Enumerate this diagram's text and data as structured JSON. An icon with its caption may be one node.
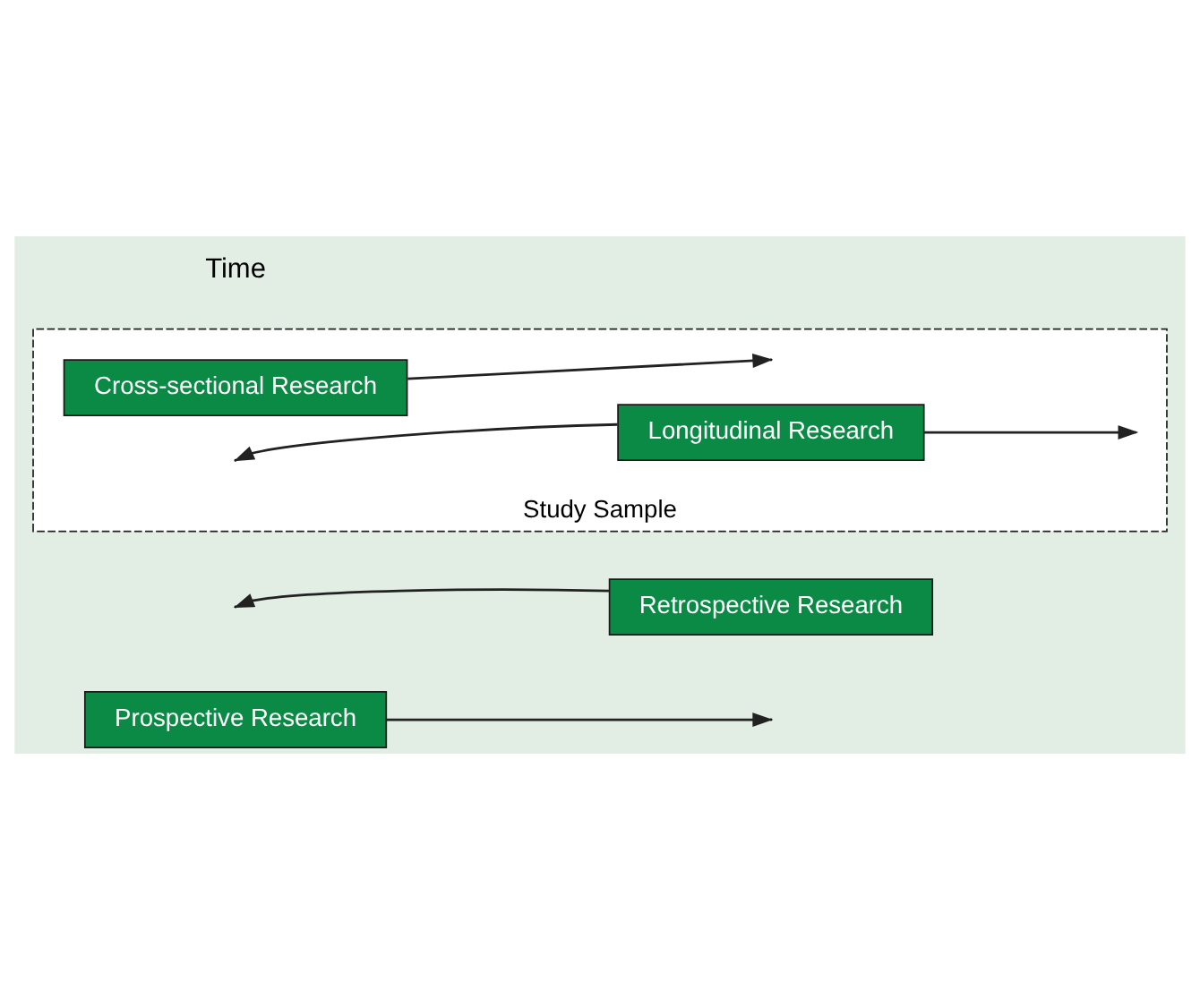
{
  "diagram": {
    "nodes": [
      {
        "text": [
          "Prospective Research"
        ]
      },
      {
        "text": [
          "Retrospective Research"
        ]
      },
      {
        "text": [
          "Study Sample"
        ]
      },
      {
        "text": [
          "Longitudinal Research"
        ],
        "in": 2
      },
      {
        "text": [
          "Cross-sectional Research"
        ],
        "in": 2
      }
    ],
    "edges": [
      {
        "from": 0,
        "to": null,
        "arrow": "to"
      },
      {
        "from": 1,
        "to": null,
        "arrow": "to"
      },
      {
        "from": 3,
        "to": null,
        "arrow": "to"
      },
      {
        "from": 3,
        "to": null,
        "arrow": "to"
      },
      {
        "from": 4,
        "to": null,
        "arrow": "to"
      }
    ],
    "labels": [
      "Time"
    ]
  }
}
